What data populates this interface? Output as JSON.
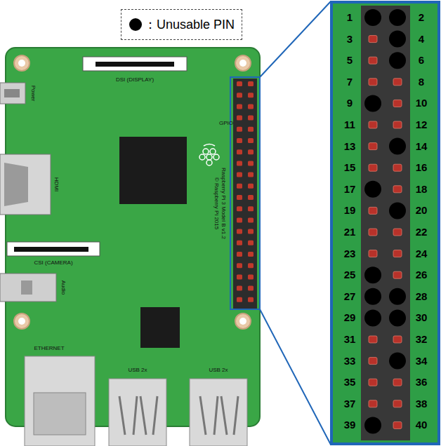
{
  "diagram": {
    "labels": [
      "1",
      "2",
      "3",
      "4",
      "5",
      "6",
      "7",
      "8",
      "9",
      "10",
      "11",
      "12",
      "13",
      "14",
      "15",
      "16",
      "17",
      "18",
      "19",
      "20",
      "21",
      "22",
      "23",
      "24",
      "25",
      "26",
      "27",
      "28",
      "29",
      "30",
      "31",
      "32",
      "33",
      "34",
      "35",
      "36",
      "37",
      "38",
      "39",
      "40",
      "DSI (DISPLAY)",
      "Power",
      "HDMI",
      "CSI (CAMERA)",
      "Audio",
      "Raspberry Pi 3 Model B v1.2",
      "© Raspberry Pi 2015",
      "GPIO",
      "ETHERNET",
      "USB 2x",
      "USB 2x"
    ],
    "legend": [
      {
        "text": "：Unusable PIN"
      }
    ]
  }
}
